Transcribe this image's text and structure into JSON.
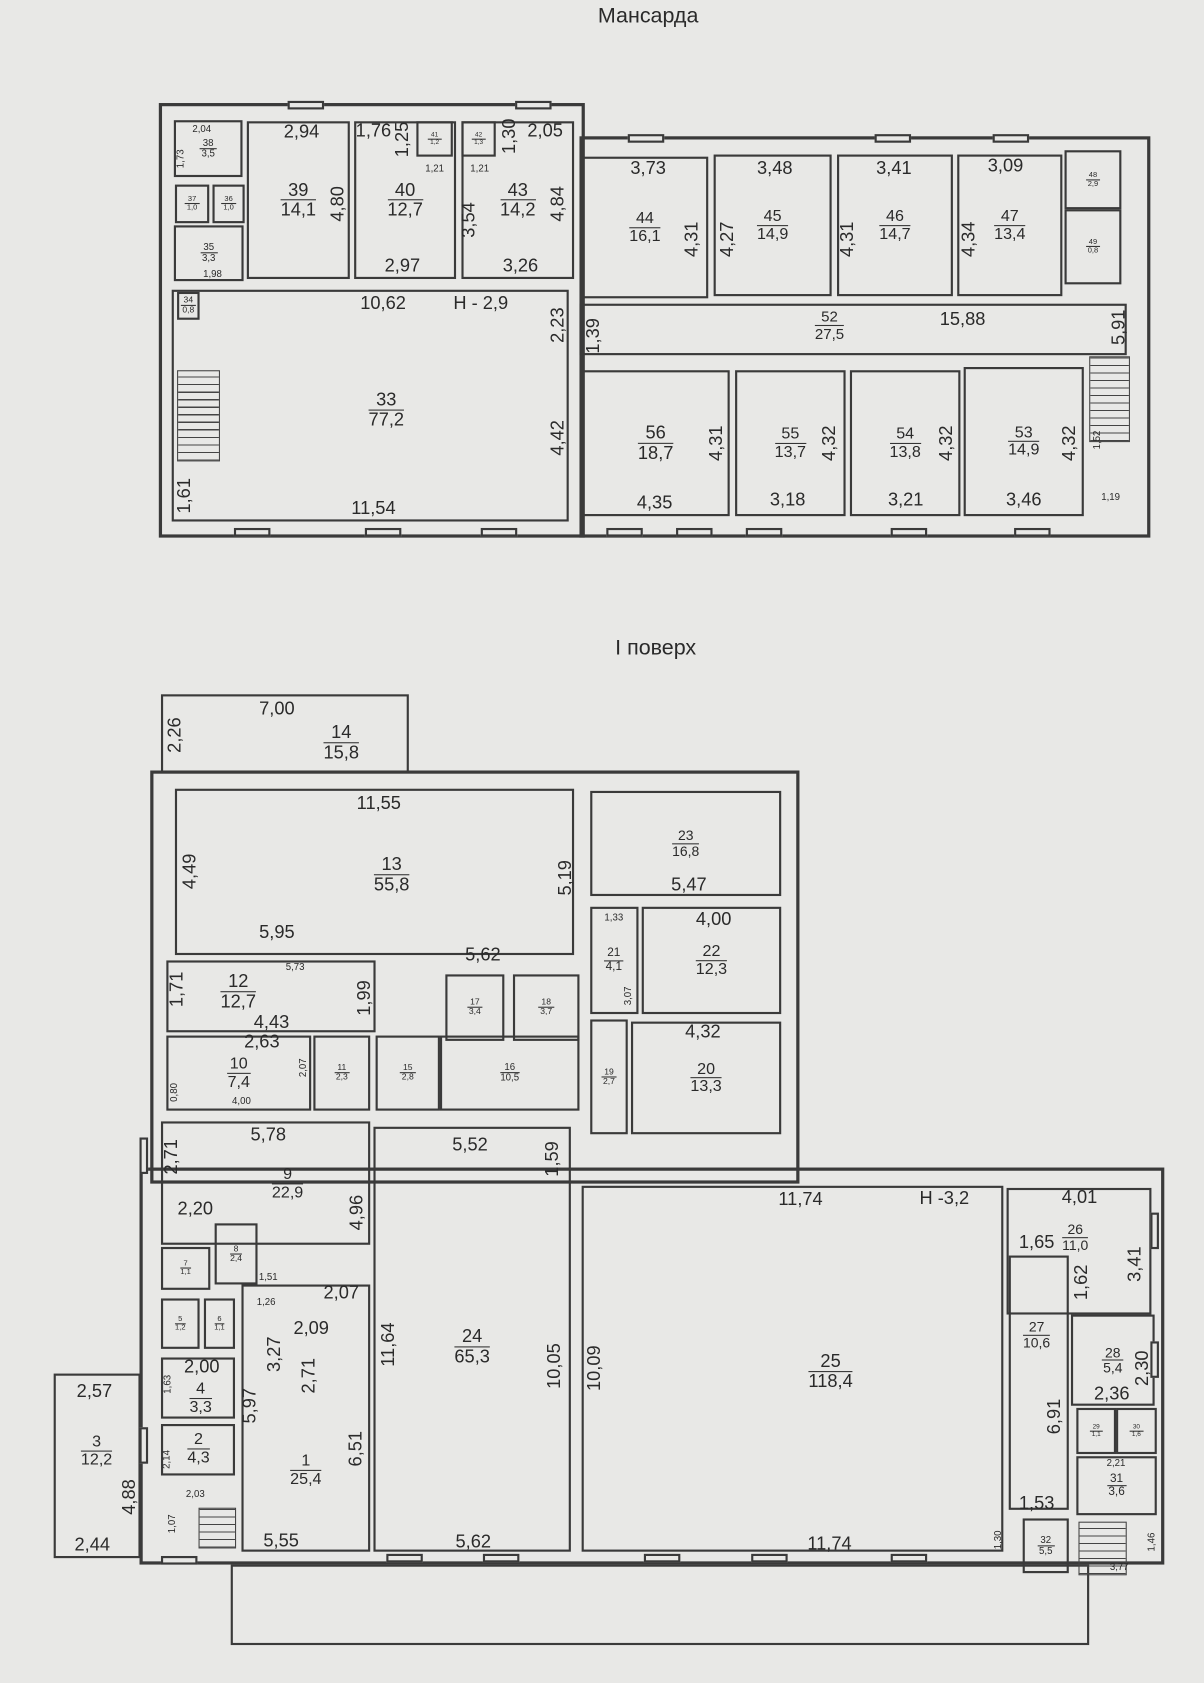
{
  "attic": {
    "title": "Мансарда",
    "rooms": [
      {
        "number": "38",
        "area": "3,5"
      },
      {
        "number": "37",
        "area": "1,0"
      },
      {
        "number": "36",
        "area": "1,0"
      },
      {
        "number": "35",
        "area": "3,3"
      },
      {
        "number": "34",
        "area": "0,8"
      },
      {
        "number": "39",
        "area": "14,1"
      },
      {
        "number": "40",
        "area": "12,7"
      },
      {
        "number": "41",
        "area": "1,2"
      },
      {
        "number": "42",
        "area": "1,3"
      },
      {
        "number": "43",
        "area": "14,2"
      },
      {
        "number": "33",
        "area": "77,2"
      },
      {
        "number": "44",
        "area": "16,1"
      },
      {
        "number": "45",
        "area": "14,9"
      },
      {
        "number": "46",
        "area": "14,7"
      },
      {
        "number": "47",
        "area": "13,4"
      },
      {
        "number": "48",
        "area": "2,9"
      },
      {
        "number": "49",
        "area": "0,8"
      },
      {
        "number": "52",
        "area": "27,5"
      },
      {
        "number": "56",
        "area": "18,7"
      },
      {
        "number": "55",
        "area": "13,7"
      },
      {
        "number": "54",
        "area": "13,8"
      },
      {
        "number": "53",
        "area": "14,9"
      }
    ],
    "dims": [
      "2,04",
      "1,73",
      "2,94",
      "1,76",
      "1,25",
      "1,21",
      "1,21",
      "1,30",
      "2,05",
      "4,80",
      "3,54",
      "4,84",
      "2,97",
      "3,26",
      "10,62",
      "Н - 2,9",
      "2,23",
      "4,42",
      "1,61",
      "11,54",
      "1,98",
      "3,73",
      "3,48",
      "3,41",
      "3,09",
      "4,31",
      "4,27",
      "4,31",
      "4,34",
      "1,39",
      "15,88",
      "5,91",
      "4,31",
      "4,32",
      "4,32",
      "4,32",
      "4,35",
      "3,18",
      "3,21",
      "3,46",
      "1,52",
      "1,19"
    ]
  },
  "ground": {
    "title": "І поверх",
    "rooms": [
      {
        "number": "14",
        "area": "15,8"
      },
      {
        "number": "13",
        "area": "55,8"
      },
      {
        "number": "23",
        "area": "16,8"
      },
      {
        "number": "21",
        "area": "4,1"
      },
      {
        "number": "22",
        "area": "12,3"
      },
      {
        "number": "19",
        "area": "2,7"
      },
      {
        "number": "20",
        "area": "13,3"
      },
      {
        "number": "12",
        "area": "12,7"
      },
      {
        "number": "17",
        "area": "3,4"
      },
      {
        "number": "18",
        "area": "3,7"
      },
      {
        "number": "10",
        "area": "7,4"
      },
      {
        "number": "11",
        "area": "2,3"
      },
      {
        "number": "15",
        "area": "2,8"
      },
      {
        "number": "16",
        "area": "10,5"
      },
      {
        "number": "9",
        "area": "22,9"
      },
      {
        "number": "8",
        "area": "2,4"
      },
      {
        "number": "7",
        "area": "1,1"
      },
      {
        "number": "5",
        "area": "1,2"
      },
      {
        "number": "6",
        "area": "1,1"
      },
      {
        "number": "4",
        "area": "3,3"
      },
      {
        "number": "2",
        "area": "4,3"
      },
      {
        "number": "1",
        "area": "25,4"
      },
      {
        "number": "3",
        "area": "12,2"
      },
      {
        "number": "24",
        "area": "65,3"
      },
      {
        "number": "25",
        "area": "118,4"
      },
      {
        "number": "26",
        "area": "11,0"
      },
      {
        "number": "27",
        "area": "10,6"
      },
      {
        "number": "28",
        "area": "5,4"
      },
      {
        "number": "29",
        "area": "1,1"
      },
      {
        "number": "30",
        "area": "1,6"
      },
      {
        "number": "31",
        "area": "3,6"
      },
      {
        "number": "32",
        "area": "5,5"
      }
    ],
    "dims": [
      "7,00",
      "2,26",
      "11,55",
      "4,49",
      "5,19",
      "5,47",
      "1,33",
      "4,00",
      "3,07",
      "4,32",
      "5,95",
      "5,62",
      "5,73",
      "1,71",
      "1,99",
      "4,43",
      "2,63",
      "2,07",
      "4,00",
      "0,80",
      "5,78",
      "2,71",
      "5,52",
      "1,59",
      "2,20",
      "4,96",
      "2,07",
      "2,09",
      "1,51",
      "1,26",
      "3,27",
      "2,71",
      "2,00",
      "1,63",
      "5,97",
      "6,51",
      "2,14",
      "2,03",
      "2,57",
      "4,88",
      "2,44",
      "1,07",
      "5,55",
      "11,64",
      "5,62",
      "10,05",
      "10,09",
      "11,74",
      "Н -3,2",
      "11,74",
      "4,01",
      "1,65",
      "1,62",
      "3,41",
      "2,30",
      "2,36",
      "6,91",
      "1,53",
      "1,30",
      "1,46",
      "3,77",
      "2,21"
    ]
  }
}
